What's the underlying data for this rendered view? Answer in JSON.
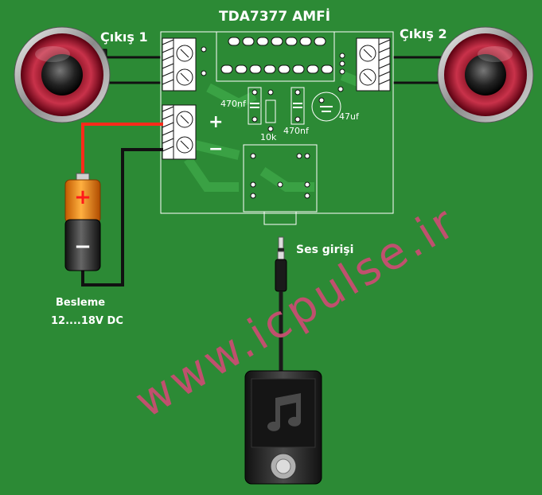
{
  "title": "TDA7377 AMFİ",
  "outputs": {
    "left": "Çıkış 1",
    "right": "Çıkış 2"
  },
  "input_label": "Ses girişi",
  "power": {
    "label": "Besleme",
    "voltage": "12....18V DC",
    "plus_sign": "+",
    "minus_sign": "−"
  },
  "battery_signs": {
    "plus": "+",
    "minus": "−"
  },
  "components": {
    "cap1": "470nf",
    "cap2": "470nf",
    "res": "10k",
    "elcap": "47uf"
  },
  "watermark": "www.icpulse.ir",
  "colors": {
    "background": "#2c8a35",
    "wire_positive": "#ff2a1a",
    "wire_negative": "#111111",
    "watermark": "#c0506e",
    "battery_top": "#f08a1a"
  }
}
